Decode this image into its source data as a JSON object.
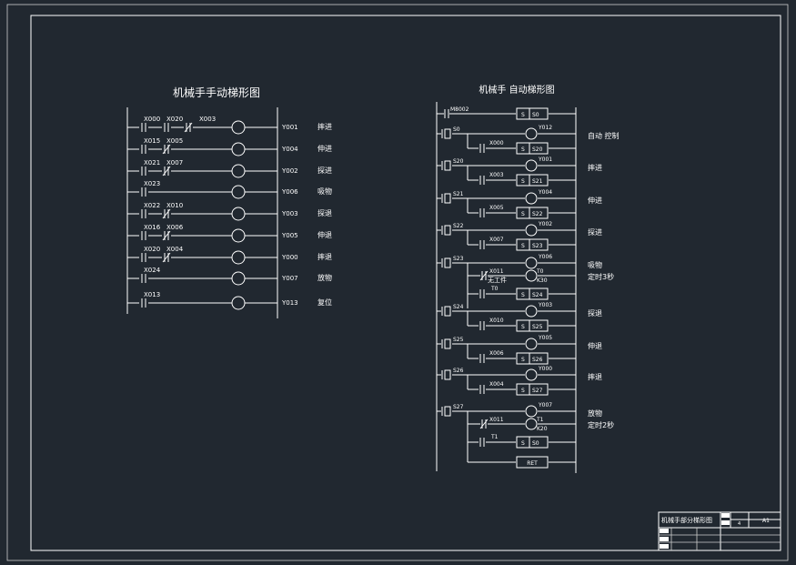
{
  "manual": {
    "title": "机械手手动梯形图",
    "rungs": [
      {
        "contacts": [
          {
            "label": "X000",
            "nc": false
          },
          {
            "label": "X020",
            "nc": false
          },
          {
            "label": "X003",
            "nc": true
          }
        ],
        "output": "Y001",
        "desc": "摔进"
      },
      {
        "contacts": [
          {
            "label": "X015",
            "nc": false
          },
          {
            "label": "X005",
            "nc": true
          }
        ],
        "output": "Y004",
        "desc": "伸进"
      },
      {
        "contacts": [
          {
            "label": "X021",
            "nc": false
          },
          {
            "label": "X007",
            "nc": true
          }
        ],
        "output": "Y002",
        "desc": "探进"
      },
      {
        "contacts": [
          {
            "label": "X023",
            "nc": false
          }
        ],
        "output": "Y006",
        "desc": "吸物"
      },
      {
        "contacts": [
          {
            "label": "X022",
            "nc": false
          },
          {
            "label": "X010",
            "nc": true
          }
        ],
        "output": "Y003",
        "desc": "探退"
      },
      {
        "contacts": [
          {
            "label": "X016",
            "nc": false
          },
          {
            "label": "X006",
            "nc": true
          }
        ],
        "output": "Y005",
        "desc": "伸退"
      },
      {
        "contacts": [
          {
            "label": "X020",
            "nc": false
          },
          {
            "label": "X004",
            "nc": true
          }
        ],
        "output": "Y000",
        "desc": "摔退"
      },
      {
        "contacts": [
          {
            "label": "X024",
            "nc": false
          }
        ],
        "output": "Y007",
        "desc": "放物"
      },
      {
        "contacts": [
          {
            "label": "X013",
            "nc": false
          }
        ],
        "output": "Y013",
        "desc": "复位"
      }
    ]
  },
  "auto": {
    "title": "机械手 自动梯形图",
    "init": {
      "contact": "M8002",
      "set_label": "S",
      "set_target": "S0"
    },
    "steps": [
      {
        "step": "S0",
        "coil": "Y012",
        "desc": "自动 控制",
        "trans_contact": "X000",
        "next": "S20"
      },
      {
        "step": "S20",
        "coil": "Y001",
        "desc": "摔进",
        "trans_contact": "X003",
        "next": "S21"
      },
      {
        "step": "S21",
        "coil": "Y004",
        "desc": "伸进",
        "trans_contact": "X005",
        "next": "S22"
      },
      {
        "step": "S22",
        "coil": "Y002",
        "desc": "探进",
        "trans_contact": "X007",
        "next": "S23"
      },
      {
        "step": "S23",
        "coil": "Y006",
        "desc": "吸物",
        "timer_contact": "X011",
        "timer_contact_note": "无工件",
        "timer": "T0",
        "timer_k": "K30",
        "timer_desc": "定时3秒",
        "trans_contact": "T0",
        "next": "S24"
      },
      {
        "step": "S24",
        "coil": "Y003",
        "desc": "探退",
        "trans_contact": "X010",
        "next": "S25"
      },
      {
        "step": "S25",
        "coil": "Y005",
        "desc": "伸退",
        "trans_contact": "X006",
        "next": "S26"
      },
      {
        "step": "S26",
        "coil": "Y000",
        "desc": "摔退",
        "trans_contact": "X004",
        "next": "S27"
      },
      {
        "step": "S27",
        "coil": "Y007",
        "desc": "放物",
        "timer_contact": "X011",
        "timer": "T1",
        "timer_k": "K20",
        "timer_desc": "定时2秒",
        "trans_contact": "T1",
        "next": "S0"
      }
    ],
    "ret": "RET",
    "set_label": "S"
  },
  "title_block": {
    "drawing_name": "机械手部分梯形图",
    "sheet_no": "A1",
    "mark": "4"
  },
  "colors": {
    "background": "#212830",
    "line": "#ffffff"
  }
}
